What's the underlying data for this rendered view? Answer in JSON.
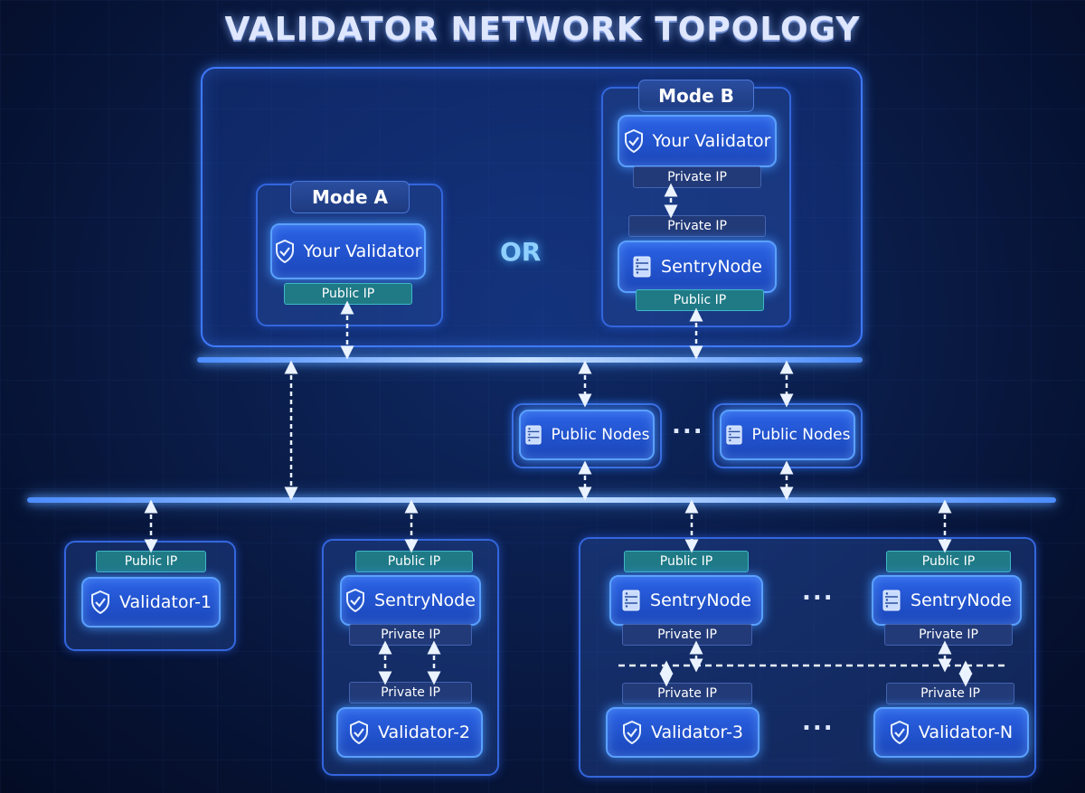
{
  "title": "VALIDATOR NETWORK TOPOLOGY",
  "mode_a": {
    "label": "Mode A",
    "validator": "Your Validator",
    "public_ip": "Public IP"
  },
  "or_label": "OR",
  "mode_b": {
    "label": "Mode B",
    "validator": "Your Validator",
    "private_ip_top": "Private IP",
    "private_ip_bottom": "Private IP",
    "sentry": "SentryNode",
    "public_ip": "Public IP"
  },
  "public_nodes": [
    "Public Nodes",
    "Public Nodes"
  ],
  "ellipsis": "...",
  "validator_1": {
    "public_ip": "Public IP",
    "name": "Validator-1"
  },
  "group_2": {
    "public_ip": "Public IP",
    "sentry": "SentryNode",
    "private_ip_top": "Private IP",
    "private_ip_bottom": "Private IP",
    "validator": "Validator-2"
  },
  "group_3": {
    "left": {
      "public_ip": "Public IP",
      "sentry": "SentryNode",
      "private_ip_top": "Private IP",
      "private_ip_bottom": "Private IP",
      "validator": "Validator-3"
    },
    "right": {
      "public_ip": "Public IP",
      "sentry": "SentryNode",
      "private_ip_top": "Private IP",
      "private_ip_bottom": "Private IP",
      "validator": "Validator-N"
    }
  },
  "colors": {
    "background": "#0a1c48",
    "node_fill": "#2b63e6",
    "glow": "#5aa0ff",
    "public_ip_bar": "#1f7a86",
    "private_ip_bar": "#223a78",
    "or_text": "#8fd0ff"
  },
  "icons": {
    "validator": "shield-check-icon",
    "sentry": "server-icon",
    "public_nodes": "server-icon"
  }
}
